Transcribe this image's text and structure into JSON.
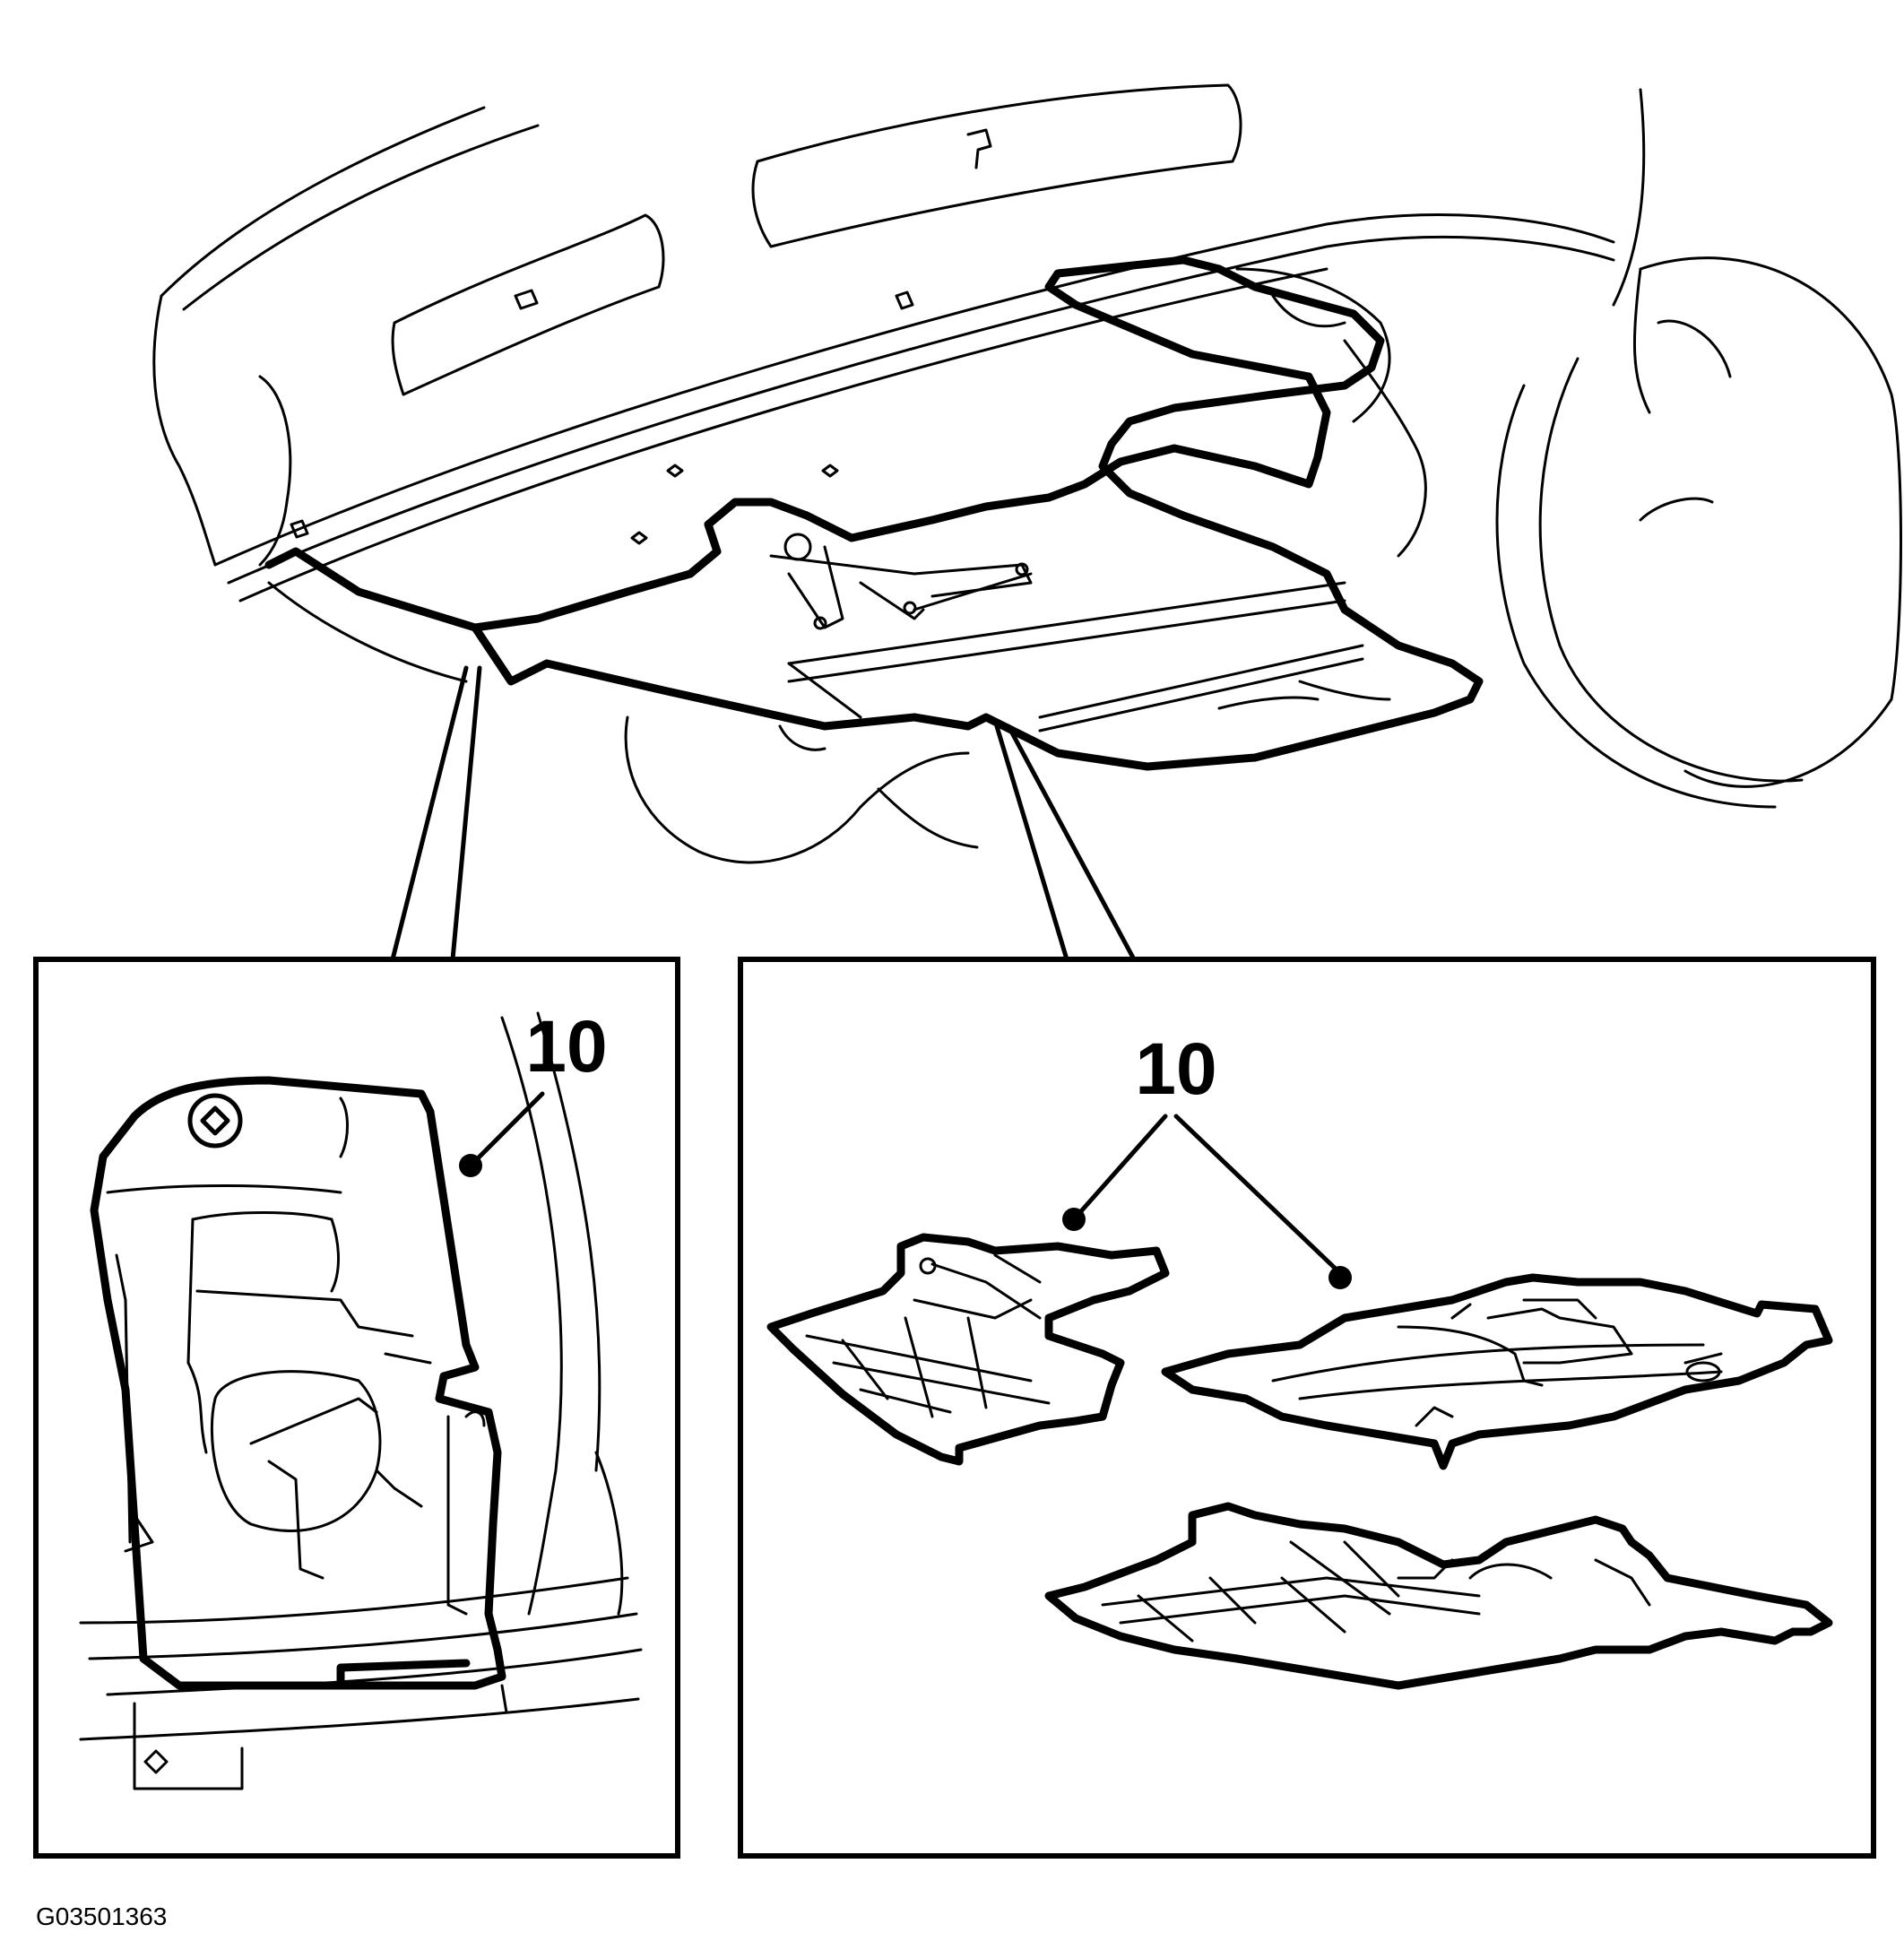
{
  "figure_id": "G03501363",
  "left_detail": {
    "callout": "10"
  },
  "right_detail": {
    "callout": "10"
  },
  "colors": {
    "line": "#000000",
    "background": "#ffffff"
  }
}
